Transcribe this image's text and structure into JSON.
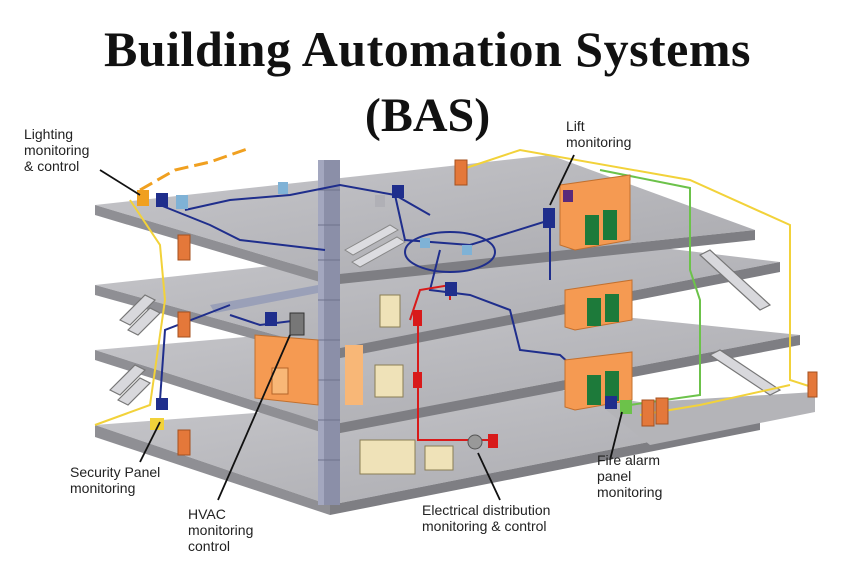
{
  "title": {
    "line1": "Building Automation Systems",
    "line2": "(BAS)"
  },
  "labels": {
    "lighting": "Lighting\nmonitoring\n& control",
    "lift": "Lift\nmonitoring",
    "security": "Security Panel\nmonitoring",
    "hvac": "HVAC\nmonitoring\ncontrol",
    "electrical": "Electrical distribution\nmonitoring & control",
    "fire": "Fire alarm\npanel\nmonitoring"
  },
  "colors": {
    "floor_top": "#b9b9bd",
    "floor_side": "#8f8f94",
    "duct": "#8b8fa8",
    "network_line": "#1f2e8c",
    "power_line": "#d81a1a",
    "fire_line": "#6cc24a",
    "signal_line": "#f2d23a",
    "lighting_line": "#f0a020",
    "orange_panel": "#f59a52",
    "green_door": "#1d7a3a",
    "cream_panel": "#efe2b8"
  }
}
